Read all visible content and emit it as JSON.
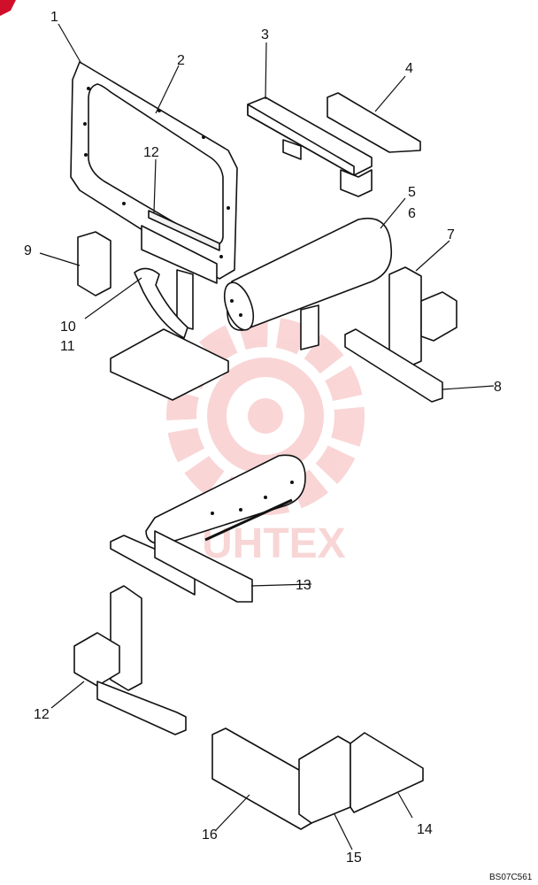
{
  "callouts": {
    "c1": "1",
    "c2": "2",
    "c3": "3",
    "c4": "4",
    "c5": "5",
    "c6": "6",
    "c7": "7",
    "c8": "8",
    "c9": "9",
    "c10": "10",
    "c11": "11",
    "c12a": "12",
    "c12b": "12",
    "c13": "13",
    "c14": "14",
    "c15": "15",
    "c16": "16"
  },
  "figure_code": "BS07C561",
  "watermark": "UHTEX",
  "colors": {
    "line": "#111111",
    "watermark": "#f3b5b5",
    "corner_mark": "#d0102a"
  }
}
